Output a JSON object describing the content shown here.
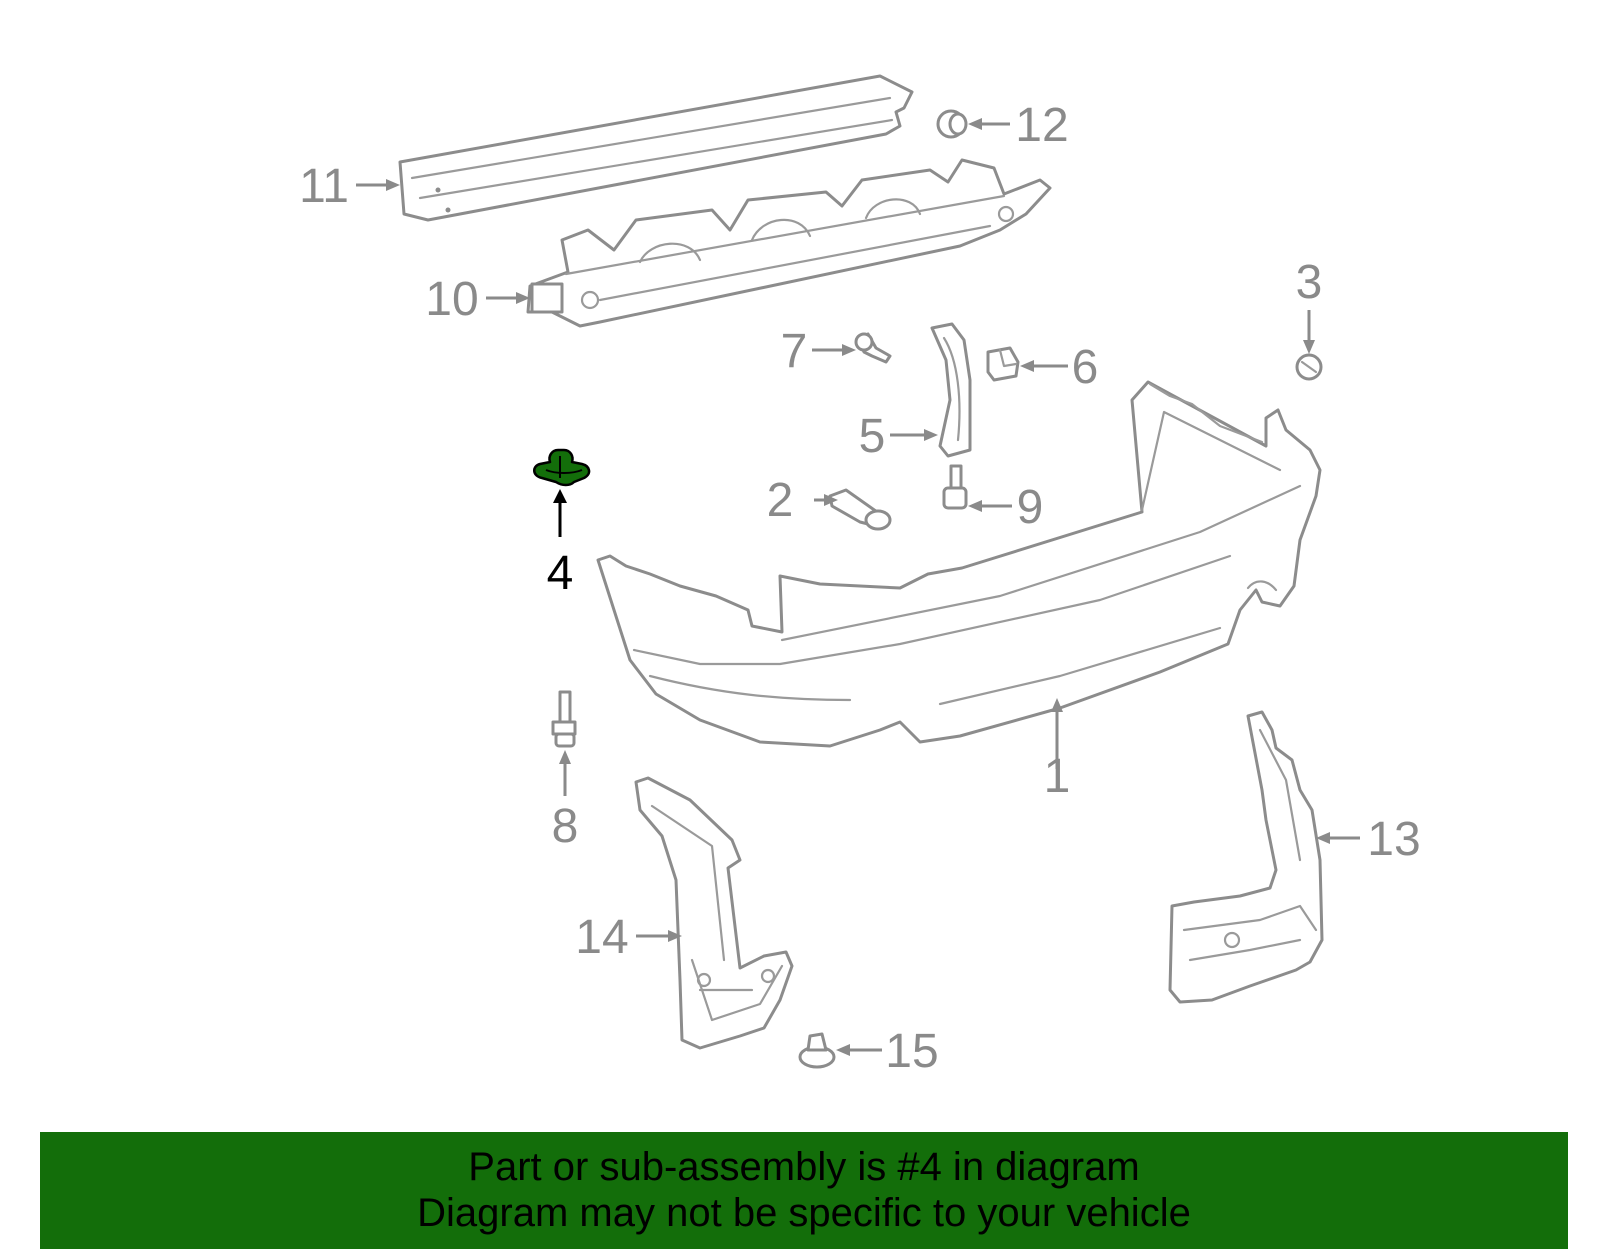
{
  "diagram": {
    "highlight_color": "#136e0a",
    "line_color": "#8c8c8c",
    "highlighted_callout": "4",
    "callouts": {
      "c1": "1",
      "c2": "2",
      "c3": "3",
      "c4": "4",
      "c5": "5",
      "c6": "6",
      "c7": "7",
      "c8": "8",
      "c9": "9",
      "c10": "10",
      "c11": "11",
      "c12": "12",
      "c13": "13",
      "c14": "14",
      "c15": "15"
    }
  },
  "banner": {
    "background": "#136e0a",
    "line1": "Part or sub-assembly is #4 in diagram",
    "line2": "Diagram may not be specific to your vehicle"
  }
}
